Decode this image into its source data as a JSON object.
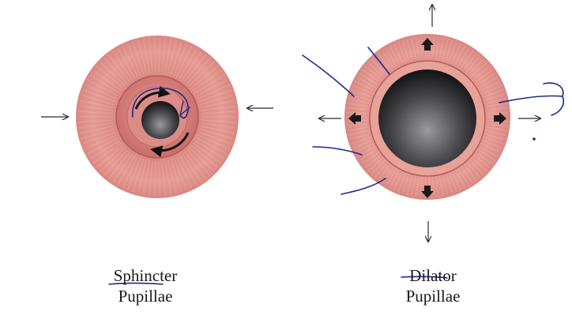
{
  "diagrams": [
    {
      "id": "sphincter",
      "label_line1": "Sphincter",
      "label_line2": "Pupillae",
      "state": "constricted",
      "force_direction": "inward"
    },
    {
      "id": "dilator",
      "label_line1": "Dilator",
      "label_line2": "Pupillae",
      "state": "dilated",
      "force_direction": "outward"
    }
  ],
  "colors": {
    "iris_outer": "#e9a29b",
    "iris_mid": "#d27872",
    "iris_dark": "#b85e5c",
    "pupil_center": "#8a8a8e",
    "pupil_edge": "#1c1c1e",
    "annotation_ink": "#1a2a8a",
    "arrow": "#2a2a2a"
  }
}
